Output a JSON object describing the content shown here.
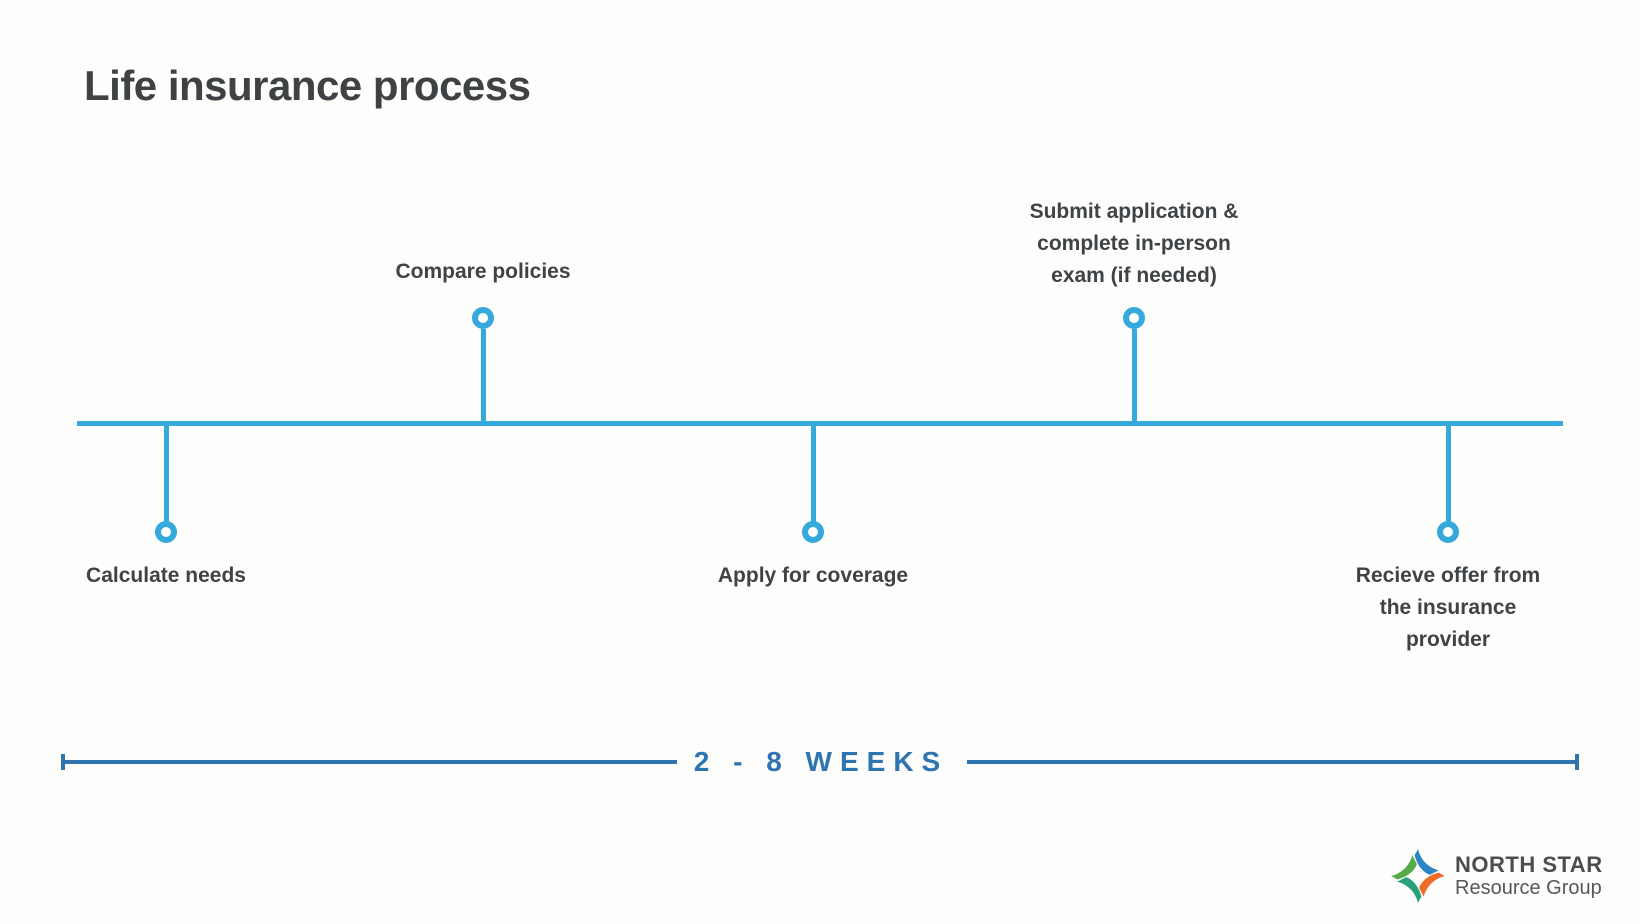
{
  "title": "Life insurance process",
  "timeline": {
    "line_color": "#36a9dc",
    "steps": [
      {
        "label": "Calculate needs",
        "position": "below"
      },
      {
        "label": "Compare policies",
        "position": "above"
      },
      {
        "label": "Apply for coverage",
        "position": "below"
      },
      {
        "label": "Submit application & complete in-person exam (if needed)",
        "position": "above"
      },
      {
        "label": "Recieve offer from the insurance provider",
        "position": "below"
      }
    ]
  },
  "duration": {
    "label": "2 - 8 WEEKS",
    "color": "#2e74ae"
  },
  "logo": {
    "title": "NORTH STAR",
    "subtitle": "Resource Group",
    "star_colors": {
      "top_wing": "#54ab47",
      "right_wing": "#2b86c8",
      "bottom_wing": "#ee6d26",
      "left_wing": "#27a17b"
    }
  }
}
